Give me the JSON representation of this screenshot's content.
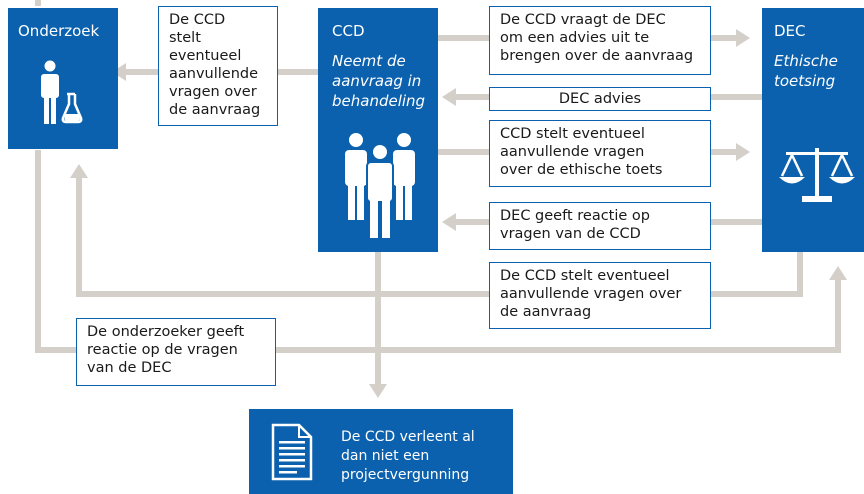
{
  "colors": {
    "blue": "#0b61ad",
    "arrow": "#d4cfc9",
    "text": "#1a1a1a"
  },
  "nodes": {
    "onderzoek": {
      "title": "Onderzoek",
      "icon": "researcher-flask-icon"
    },
    "ccd": {
      "title": "CCD",
      "subtitle": "Neemt de\naanvraag in\nbehandeling",
      "icon": "group-people-icon"
    },
    "dec": {
      "title": "DEC",
      "subtitle": "Ethische\ntoetsing",
      "icon": "scales-icon"
    },
    "result": {
      "text": "De CCD verleent al\ndan niet een\nprojectvergunning",
      "icon": "document-icon"
    }
  },
  "messages": {
    "ccd_to_onderzoek": "De CCD\nstelt\neventueel\naanvullende\nvragen over\nde aanvraag",
    "ccd_to_dec_advice": "De CCD vraagt de DEC\nom een advies uit te\nbrengen over de aanvraag",
    "dec_advies": "DEC advies",
    "ccd_ethics_questions": "CCD stelt eventueel\naanvullende vragen\nover de ethische toets",
    "dec_reply": "DEC geeft reactie op\nvragen van de CCD",
    "dec_to_onderzoek": "De CCD stelt eventueel\naanvullende vragen over\nde aanvraag",
    "onderzoeker_reply": "De onderzoeker geeft\nreactie op de vragen\nvan de DEC"
  }
}
